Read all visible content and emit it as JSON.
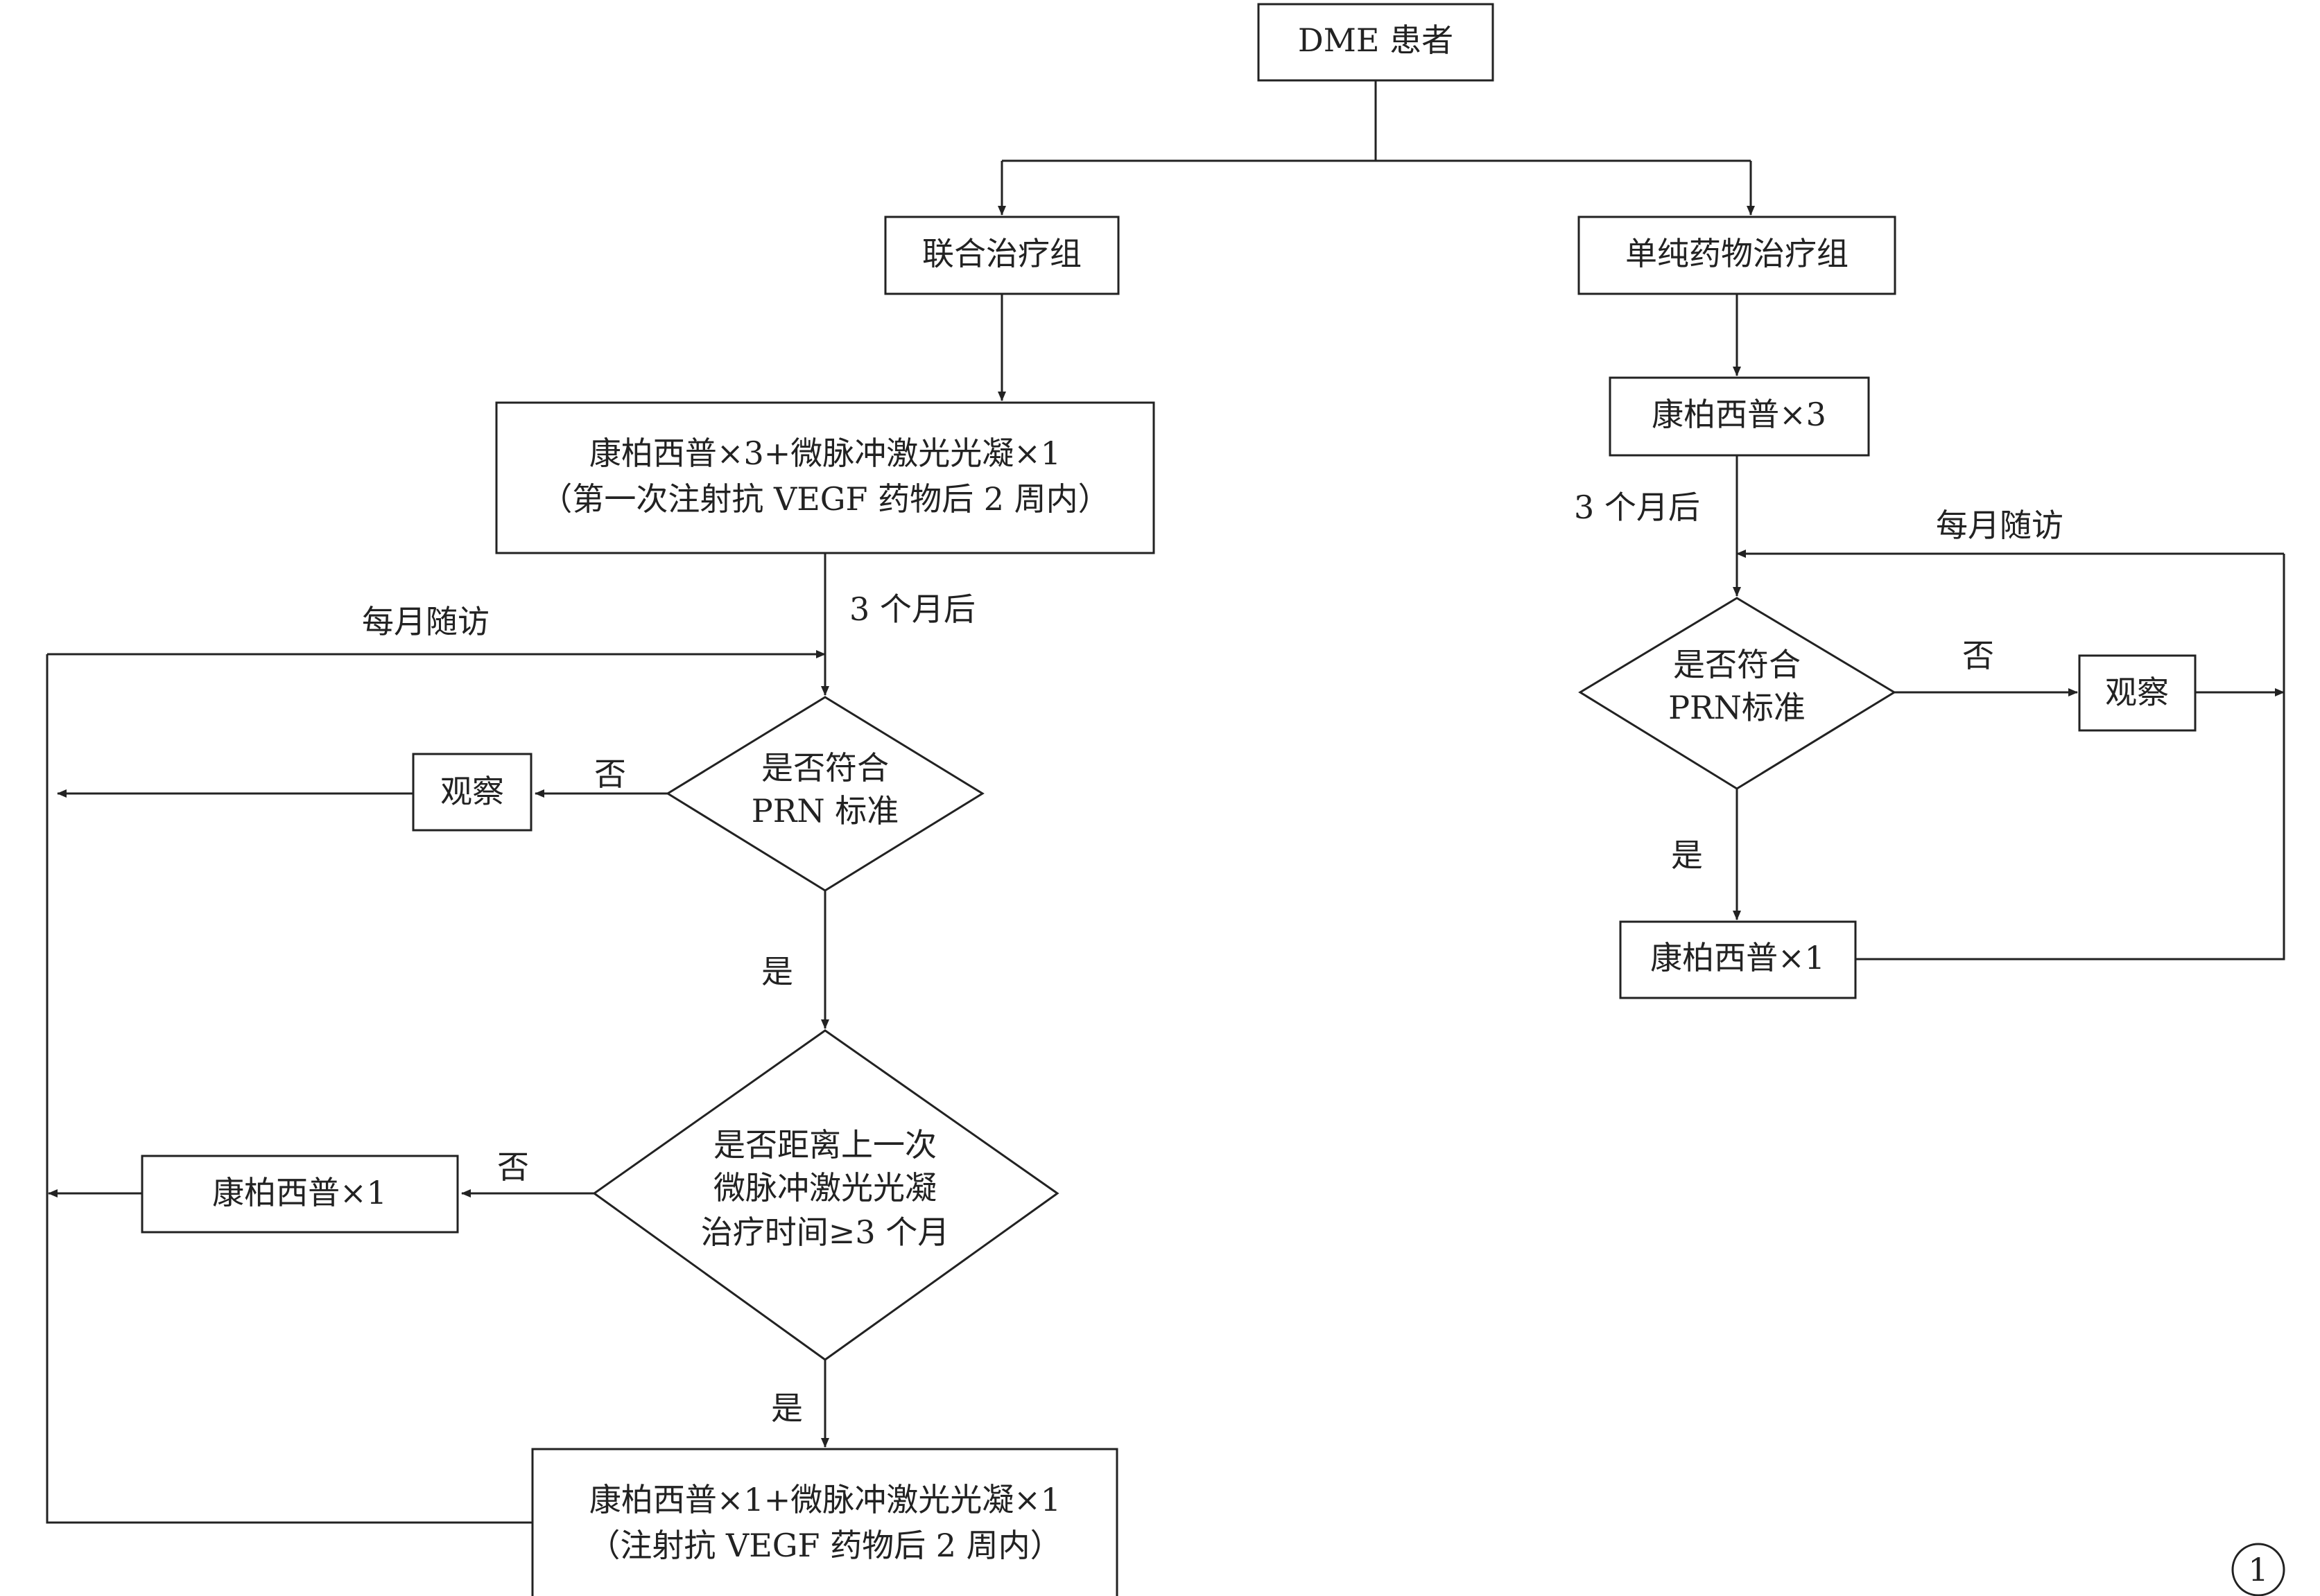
{
  "nodes": {
    "dme": "DME 患者",
    "combo_group": "联合治疗组",
    "drug_group": "单纯药物治疗组",
    "combo_initial_1": "康柏西普×3+微脉冲激光光凝×1",
    "combo_initial_2": "（第一次注射抗 VEGF 药物后 2 周内）",
    "combo_prn_1": "是否符合",
    "combo_prn_2": "PRN 标准",
    "combo_observe": "观察",
    "combo_interval_1": "是否距离上一次",
    "combo_interval_2": "微脉冲激光光凝",
    "combo_interval_3": "治疗时间≥3 个月",
    "combo_conbercept_1": "康柏西普×1",
    "combo_final_1": "康柏西普×1+微脉冲激光光凝×1",
    "combo_final_2": "（注射抗 VEGF 药物后 2 周内）",
    "drug_initial": "康柏西普×3",
    "drug_prn_1": "是否符合",
    "drug_prn_2": "PRN标准",
    "drug_observe": "观察",
    "drug_conbercept_1": "康柏西普×1"
  },
  "edge_labels": {
    "combo_after_3m": "3 个月后",
    "combo_monthly": "每月随访",
    "combo_no_1": "否",
    "combo_yes_1": "是",
    "combo_no_2": "否",
    "combo_yes_2": "是",
    "drug_after_3m": "3 个月后",
    "drug_monthly": "每月随访",
    "drug_no": "否",
    "drug_yes": "是"
  },
  "figure_number": "1"
}
